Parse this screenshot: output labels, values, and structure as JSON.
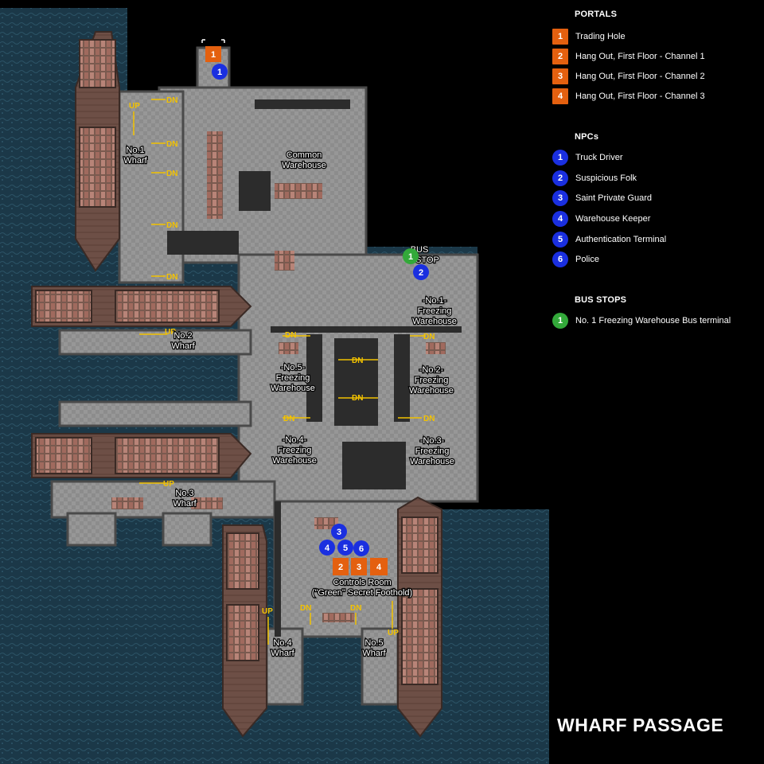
{
  "legend": {
    "portals": {
      "heading": "PORTALS",
      "items": [
        {
          "num": "1",
          "label": "Trading Hole"
        },
        {
          "num": "2",
          "label": "Hang Out, First Floor - Channel 1"
        },
        {
          "num": "3",
          "label": "Hang Out, First Floor - Channel 2"
        },
        {
          "num": "4",
          "label": "Hang Out, First Floor - Channel 3"
        }
      ]
    },
    "npcs": {
      "heading": "NPCs",
      "items": [
        {
          "num": "1",
          "label": "Truck Driver"
        },
        {
          "num": "2",
          "label": "Suspicious Folk"
        },
        {
          "num": "3",
          "label": "Saint Private Guard"
        },
        {
          "num": "4",
          "label": "Warehouse Keeper"
        },
        {
          "num": "5",
          "label": "Authentication Terminal"
        },
        {
          "num": "6",
          "label": "Police"
        }
      ]
    },
    "bus_stops": {
      "heading": "BUS STOPS",
      "items": [
        {
          "num": "1",
          "label": "No. 1 Freezing Warehouse Bus terminal"
        }
      ]
    }
  },
  "map_title": "WHARF PASSAGE",
  "map_labels": {
    "wharf1": [
      "No.1",
      "Wharf"
    ],
    "wharf2": [
      "No.2",
      "Wharf"
    ],
    "wharf3": [
      "No.3",
      "Wharf"
    ],
    "wharf4": [
      "No.4",
      "Wharf"
    ],
    "wharf5": [
      "No.5",
      "Wharf"
    ],
    "common_warehouse": [
      "Common",
      "Warehouse"
    ],
    "freezing1": [
      "-No.1-",
      "Freezing",
      "Warehouse"
    ],
    "freezing2": [
      "-No.2-",
      "Freezing",
      "Warehouse"
    ],
    "freezing3": [
      "-No.3-",
      "Freezing",
      "Warehouse"
    ],
    "freezing4": [
      "-No.4-",
      "Freezing",
      "Warehouse"
    ],
    "freezing5": [
      "-No.5-",
      "Freezing",
      "Warehouse"
    ],
    "controls_room": [
      "Controls Room",
      "(\"Green\" Secret Foothold)"
    ],
    "bus_stop": [
      "BUS",
      "STOP"
    ]
  },
  "stair_labels": {
    "up": "UP",
    "down": "DN"
  },
  "colors": {
    "portal": "#e4600f",
    "npc": "#1a2fe0",
    "bus": "#33a93a",
    "stair": "#f2c200",
    "water": "#1d3a4a",
    "floor": "#8a8a8a"
  }
}
